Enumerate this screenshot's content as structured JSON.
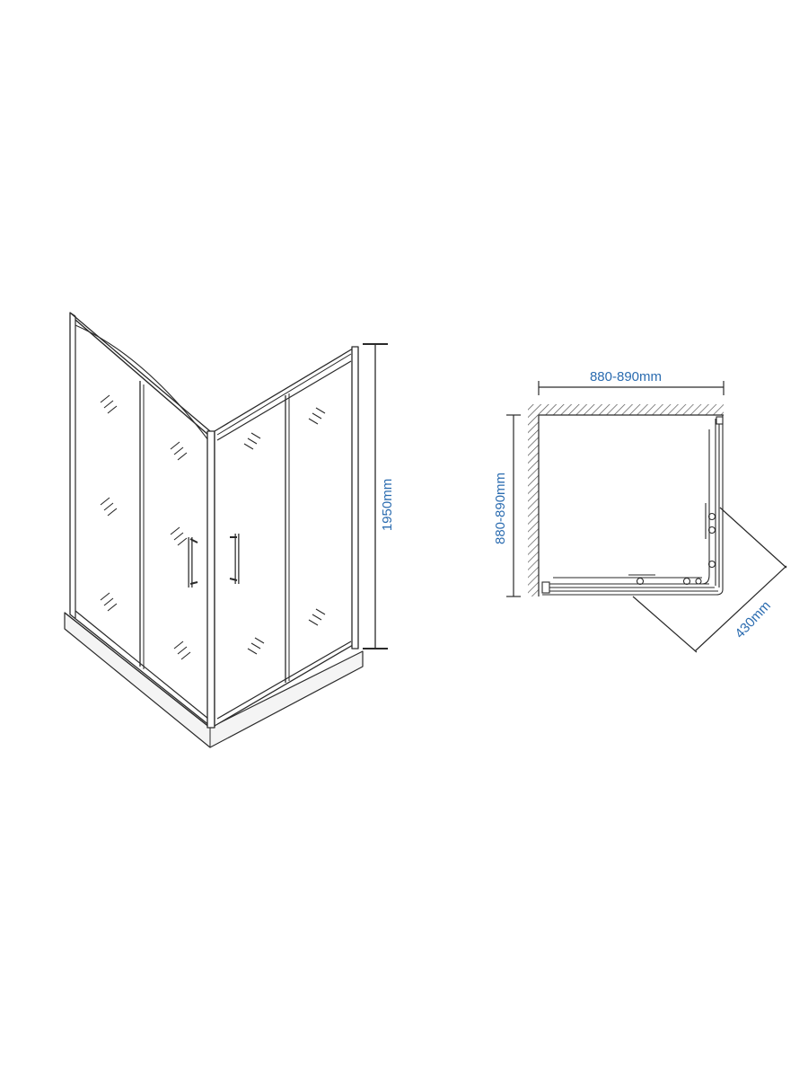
{
  "dimensions": {
    "height": "1950mm",
    "width": "880-890mm",
    "depth": "880-890mm",
    "entry": "430mm"
  },
  "colors": {
    "dimension_text": "#2b6cb0",
    "line": "#2a2a2a",
    "hatch": "#555555"
  }
}
